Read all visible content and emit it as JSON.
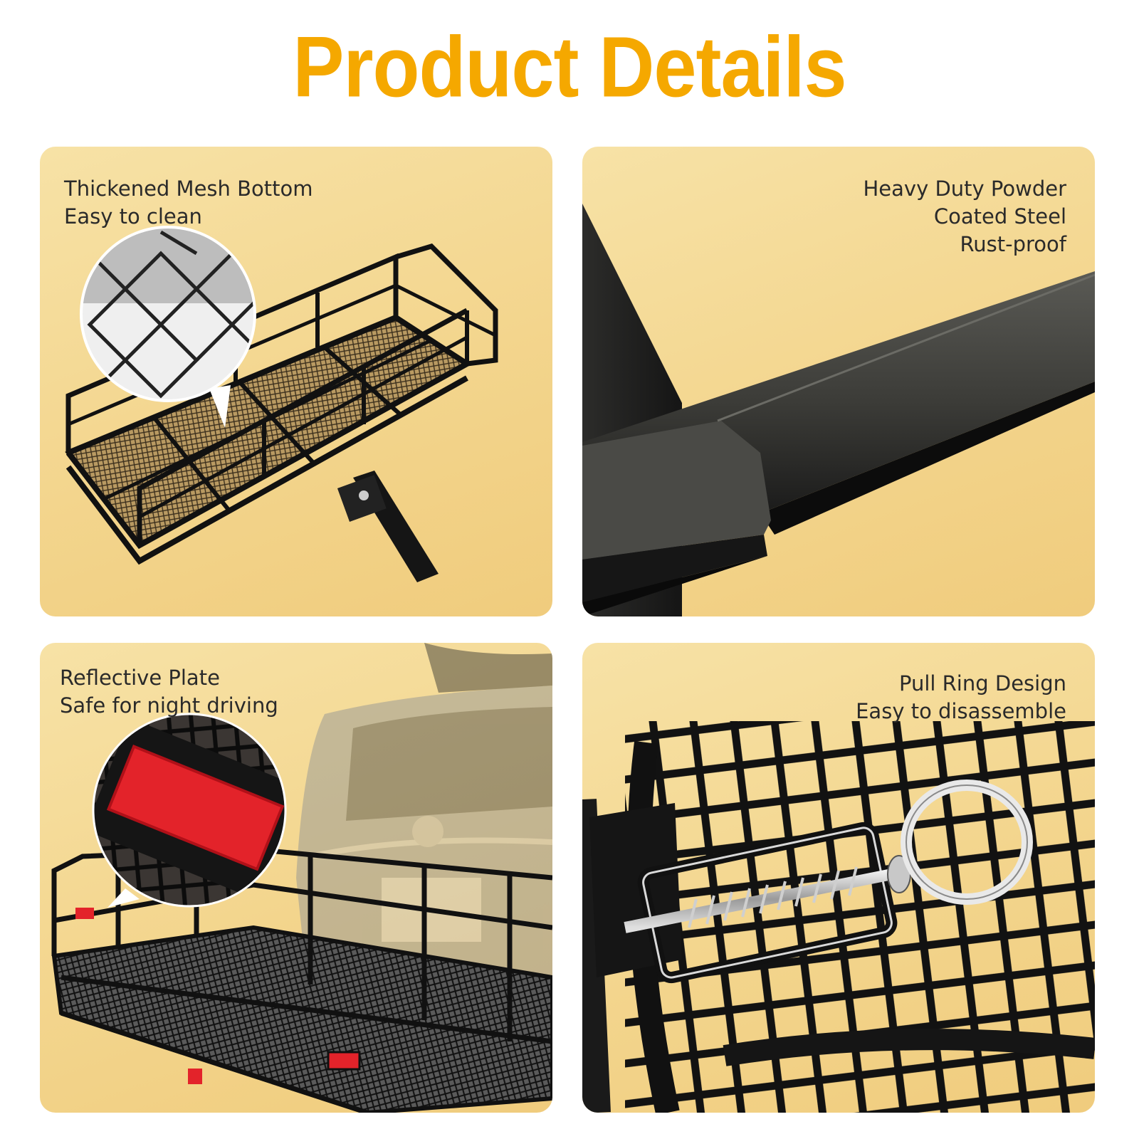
{
  "title": "Product Details",
  "panels": [
    {
      "lines": [
        "Thickened Mesh Bottom",
        "Easy to clean"
      ]
    },
    {
      "lines": [
        "Heavy Duty Powder",
        "Coated Steel",
        "Rust-proof"
      ]
    },
    {
      "lines": [
        "Reflective Plate",
        "Safe for night driving"
      ]
    },
    {
      "lines": [
        "Pull Ring Design",
        "Easy to disassemble"
      ]
    }
  ],
  "colors": {
    "title": "#f5a800",
    "panel_bg": "#f3d58d",
    "steel": "#1e1e1e",
    "reflector": "#e3232a"
  }
}
